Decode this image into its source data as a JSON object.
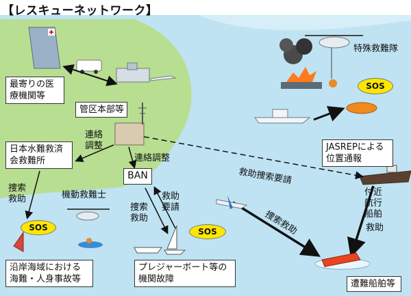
{
  "title": "【レスキューネットワーク】",
  "labels": {
    "medical": "最寄りの医療機関等",
    "hq": "管区本部等",
    "liaison": "連絡調整",
    "liaison2": "連絡調整",
    "japan_water_rescue": "日本水難救済会救難所",
    "ban": "BAN",
    "search_rescue_left": "捜索救助",
    "mobile_rescue": "機動救難士",
    "coastal": "沿岸海域における海難・人身事故等",
    "search_rescue_mid": "捜索救助",
    "rescue_request": "救助要請",
    "pleasure_boat": "プレジャーボート等の機関故障",
    "search_request": "救助捜索要請",
    "special_rescue": "特殊救難隊",
    "jasrep": "JASREPによる位置通報",
    "nearby_ship": "付近航行船舶",
    "rescue_right": "救助",
    "search_rescue_diag": "捜索救助",
    "distressed_ship": "遭難船舶等"
  },
  "sos": [
    "SOS",
    "SOS",
    "SOS"
  ],
  "colors": {
    "land": "#b8de91",
    "sea": "#bfe3f2",
    "sos_fill": "#ffe600"
  }
}
